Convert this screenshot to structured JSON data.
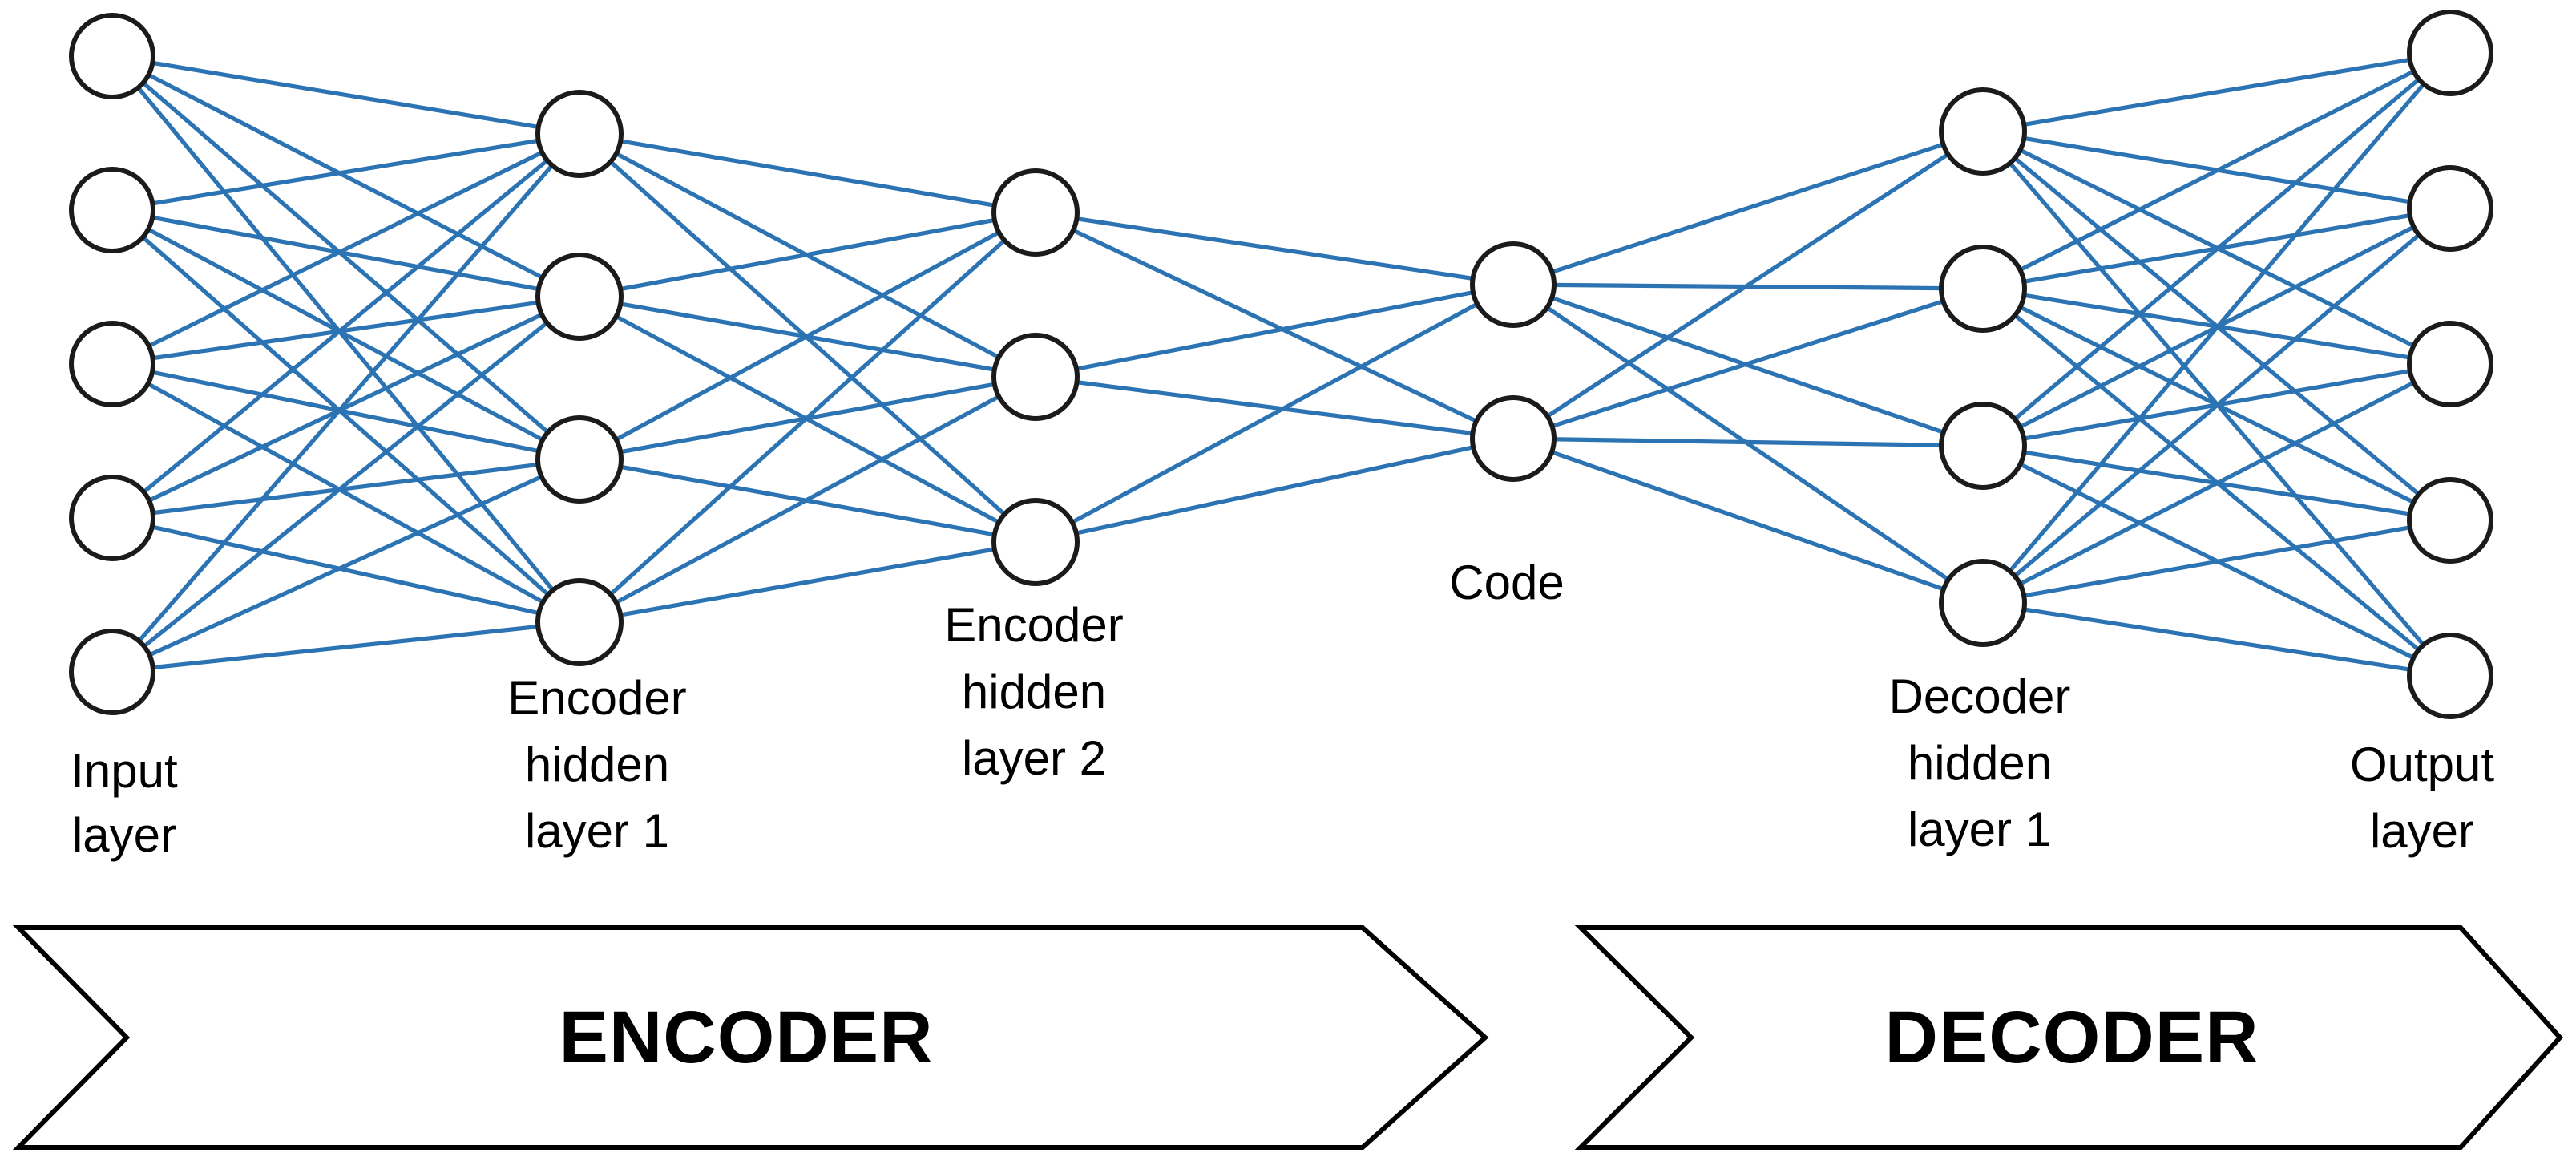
{
  "diagram": {
    "type": "autoencoder-neural-network",
    "colors": {
      "edge": "#2b73b3",
      "node_fill": "#ffffff",
      "node_stroke": "#1b1b1b",
      "banner_fill": "#ffffff",
      "banner_stroke": "#000000",
      "text": "#000000"
    },
    "layers": [
      {
        "id": "input",
        "node_count": 5,
        "label_lines": [
          "Input",
          "layer"
        ]
      },
      {
        "id": "encoder-hidden-1",
        "node_count": 4,
        "label_lines": [
          "Encoder",
          "hidden",
          "layer 1"
        ]
      },
      {
        "id": "encoder-hidden-2",
        "node_count": 3,
        "label_lines": [
          "Encoder",
          "hidden",
          "layer 2"
        ]
      },
      {
        "id": "code",
        "node_count": 2,
        "label_lines": [
          "Code"
        ]
      },
      {
        "id": "decoder-hidden-1",
        "node_count": 4,
        "label_lines": [
          "Decoder",
          "hidden",
          "layer 1"
        ]
      },
      {
        "id": "output",
        "node_count": 5,
        "label_lines": [
          "Output",
          "layer"
        ]
      }
    ],
    "connections": [
      {
        "from": "input",
        "to": "encoder-hidden-1",
        "fully_connected": true
      },
      {
        "from": "encoder-hidden-1",
        "to": "encoder-hidden-2",
        "fully_connected": true
      },
      {
        "from": "encoder-hidden-2",
        "to": "code",
        "fully_connected": true
      },
      {
        "from": "code",
        "to": "decoder-hidden-1",
        "fully_connected": true
      },
      {
        "from": "decoder-hidden-1",
        "to": "output",
        "fully_connected": true
      }
    ],
    "banners": [
      {
        "id": "encoder",
        "label": "ENCODER"
      },
      {
        "id": "decoder",
        "label": "DECODER"
      }
    ]
  }
}
